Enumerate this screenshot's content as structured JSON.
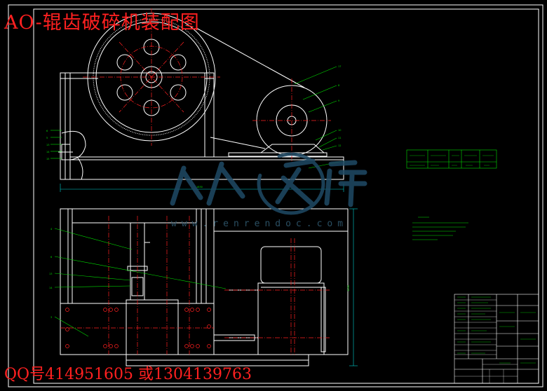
{
  "overlay": {
    "title": "AO-辊齿破碎机装配图",
    "contact": "QQ号414951605 或1304139763"
  },
  "watermark": {
    "url": "www.renrendoc.com"
  },
  "colors": {
    "background": "#000000",
    "outline": "#ffffff",
    "centerline": "#ff2020",
    "annotation": "#00e000",
    "dimension": "#00d0d0",
    "overlay_text": "#ff2020"
  }
}
